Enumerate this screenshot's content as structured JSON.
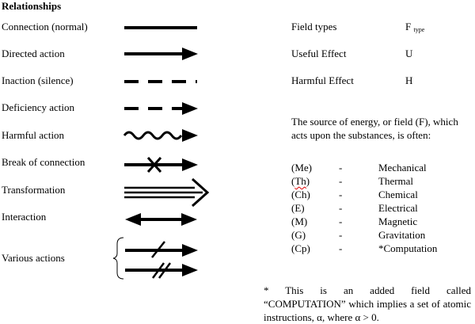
{
  "title": "Relationships",
  "relationships": [
    {
      "label": "Connection (normal)",
      "symbol": "solid-line"
    },
    {
      "label": "Directed action",
      "symbol": "solid-arrow"
    },
    {
      "label": "Inaction (silence)",
      "symbol": "dashed-line"
    },
    {
      "label": "Deficiency action",
      "symbol": "dashed-arrow"
    },
    {
      "label": "Harmful action",
      "symbol": "wavy-arrow"
    },
    {
      "label": "Break of connection",
      "symbol": "crossed-arrow"
    },
    {
      "label": "Transformation",
      "symbol": "double-arrow"
    },
    {
      "label": "Interaction",
      "symbol": "bidirectional-arrow"
    },
    {
      "label": "Various actions",
      "symbol": "braced-slashed-arrows"
    }
  ],
  "field_types": [
    {
      "label": "Field types",
      "symbol_main": "F",
      "symbol_sub": "type"
    },
    {
      "label": "Useful Effect",
      "symbol_main": "U",
      "symbol_sub": ""
    },
    {
      "label": "Harmful Effect",
      "symbol_main": "H",
      "symbol_sub": ""
    }
  ],
  "source_text": "The source of energy, or field (F), which acts upon the substances, is often:",
  "fields": [
    {
      "abbr": "(Me)",
      "dash": "-",
      "name": "Mechanical"
    },
    {
      "abbr": "(Th)",
      "dash": "-",
      "name": "Thermal"
    },
    {
      "abbr": "(Ch)",
      "dash": "-",
      "name": "Chemical"
    },
    {
      "abbr": "(E)",
      "dash": "-",
      "name": "Electrical"
    },
    {
      "abbr": "(M)",
      "dash": "-",
      "name": "Magnetic"
    },
    {
      "abbr": "(G)",
      "dash": "-",
      "name": "Gravitation"
    },
    {
      "abbr": "(Cp)",
      "dash": "-",
      "name": "*Computation"
    }
  ],
  "footnote": "* This is an added field called “COMPUTATION” which implies a set of atomic instructions, α, where α > 0."
}
